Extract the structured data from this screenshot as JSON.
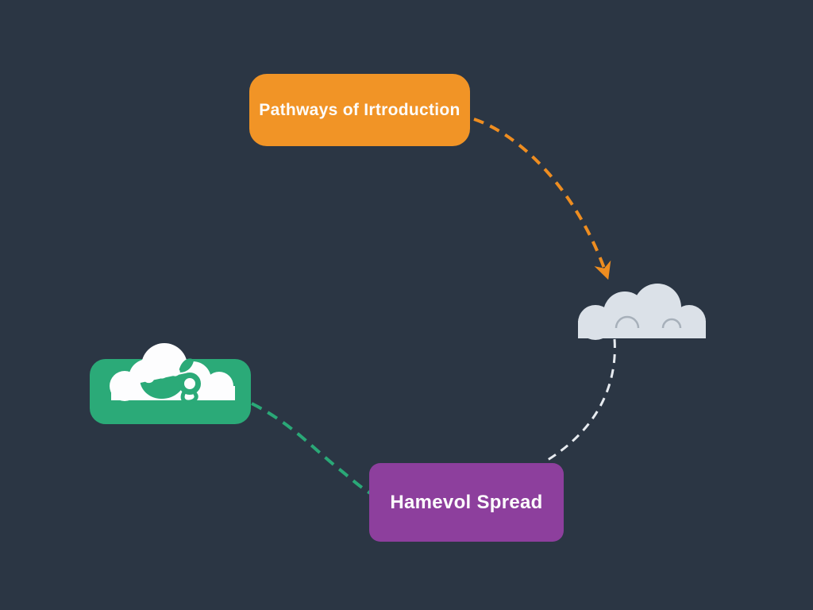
{
  "canvas": {
    "background_color": "#2b3644"
  },
  "nodes": {
    "pathways": {
      "label": "Pathways of Irtroduction",
      "fill": "#f19426",
      "text_color": "#fdfdfd",
      "shape": "rounded-rectangle"
    },
    "cloud": {
      "icon": "cloud-icon",
      "fill": "#dbe1e8",
      "detail_color": "#a7b0ba",
      "shape": "cloud"
    },
    "spread": {
      "label": "Hamevol Spread",
      "fill": "#8d3f9d",
      "text_color": "#fdfdfd",
      "shape": "rounded-rectangle"
    },
    "seed_pod": {
      "icon": "seed-pod-cloud-icon",
      "fill": "#2baa78",
      "icon_white": "#fdfdfe",
      "shape": "rounded-rectangle-with-icon"
    }
  },
  "connectors": {
    "pathways_to_cloud": {
      "color": "#ee8d20",
      "style": "dashed",
      "arrowhead": true
    },
    "cloud_to_spread": {
      "color": "#e7ebf0",
      "style": "dashed",
      "arrowhead": false
    },
    "seed_pod_to_spread": {
      "color": "#2aa877",
      "style": "dashed",
      "arrowhead": false
    }
  }
}
